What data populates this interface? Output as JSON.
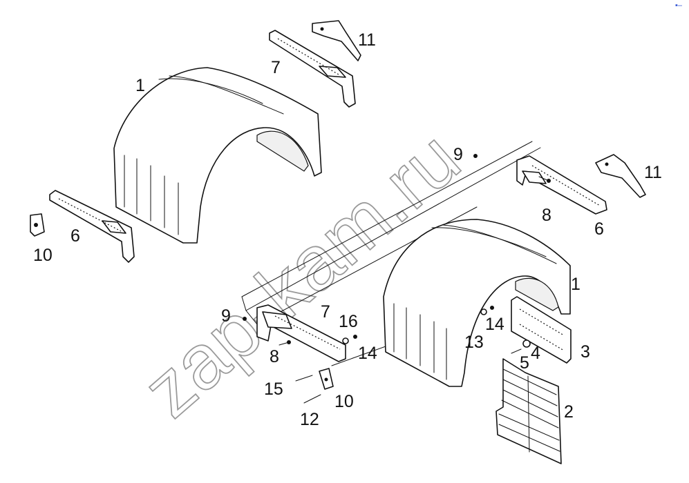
{
  "watermark": "zap-kam.ru",
  "callouts": [
    {
      "id": "c1a",
      "text": "1"
    },
    {
      "id": "c1b",
      "text": "1"
    },
    {
      "id": "c2",
      "text": "2"
    },
    {
      "id": "c3",
      "text": "3"
    },
    {
      "id": "c4",
      "text": "4"
    },
    {
      "id": "c5",
      "text": "5"
    },
    {
      "id": "c6a",
      "text": "6"
    },
    {
      "id": "c6b",
      "text": "6"
    },
    {
      "id": "c7a",
      "text": "7"
    },
    {
      "id": "c7b",
      "text": "7"
    },
    {
      "id": "c8a",
      "text": "8"
    },
    {
      "id": "c8b",
      "text": "8"
    },
    {
      "id": "c9a",
      "text": "9"
    },
    {
      "id": "c9b",
      "text": "9"
    },
    {
      "id": "c10a",
      "text": "10"
    },
    {
      "id": "c10b",
      "text": "10"
    },
    {
      "id": "c11a",
      "text": "11"
    },
    {
      "id": "c11b",
      "text": "11"
    },
    {
      "id": "c12",
      "text": "12"
    },
    {
      "id": "c13",
      "text": "13"
    },
    {
      "id": "c14a",
      "text": "14"
    },
    {
      "id": "c14b",
      "text": "14"
    },
    {
      "id": "c15",
      "text": "15"
    },
    {
      "id": "c16",
      "text": "16"
    }
  ],
  "corner_mark": "▪–"
}
